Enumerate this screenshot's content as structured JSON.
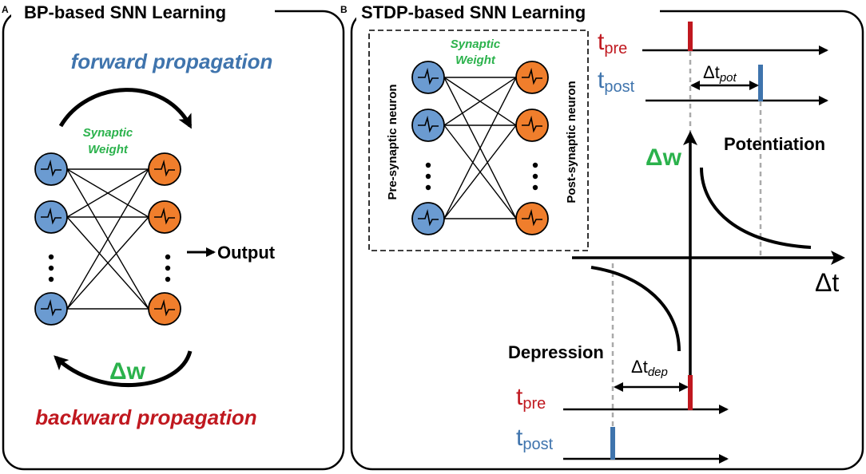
{
  "panel_a": {
    "letter": "A",
    "title": "BP-based SNN Learning",
    "forward": "forward propagation",
    "synaptic_line1": "Synaptic",
    "synaptic_line2": "Weight",
    "output": "Output",
    "delta_w": "Δw",
    "backward": "backward propagation"
  },
  "panel_b": {
    "letter": "B",
    "title": "STDP-based SNN Learning",
    "synaptic_line1": "Synaptic",
    "synaptic_line2": "Weight",
    "pre_neuron": "Pre-synaptic neuron",
    "post_neuron": "Post-synaptic neuron",
    "t_pre": "t",
    "t_pre_sub": "pre",
    "t_post": "t",
    "t_post_sub": "post",
    "delta_t_pot": "Δt",
    "delta_t_pot_sub": "pot",
    "delta_t_dep": "Δt",
    "delta_t_dep_sub": "dep",
    "potentiation": "Potentiation",
    "depression": "Depression",
    "delta_w": "Δw",
    "delta_t_axis": "Δt"
  },
  "colors": {
    "pre_neuron": "#6b9bd1",
    "post_neuron": "#f07e2c",
    "blue_text": "#3f74ad",
    "green_text": "#2bb24c",
    "red_text": "#c0181f",
    "spike_pre": "#c0181f",
    "spike_post": "#3f74ad"
  }
}
